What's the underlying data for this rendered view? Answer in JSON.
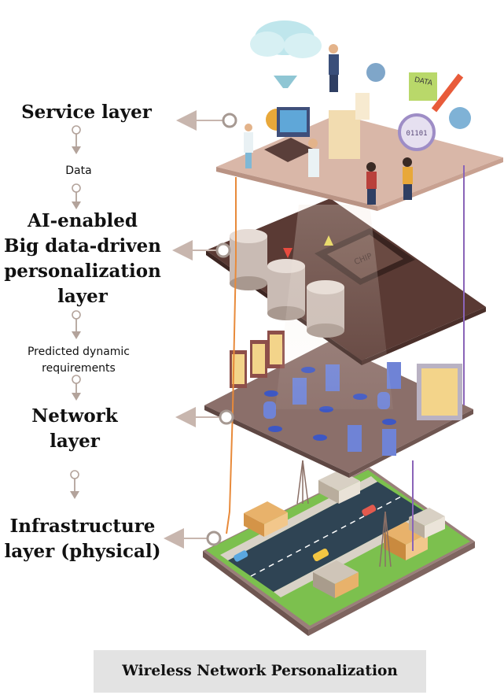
{
  "layers": [
    {
      "id": "service",
      "title_lines": [
        "Service layer"
      ]
    },
    {
      "id": "ai",
      "title_lines": [
        "AI-enabled",
        "Big data-driven",
        "personalization",
        "layer"
      ]
    },
    {
      "id": "network",
      "title_lines": [
        "Network",
        "layer"
      ]
    },
    {
      "id": "infrastructure",
      "title_lines": [
        "Infrastructure",
        "layer (physical)"
      ]
    }
  ],
  "flows": {
    "data_label": "Data",
    "requirements_label_lines": [
      "Predicted dynamic",
      "requirements"
    ]
  },
  "illustration": {
    "chip_text": "CHIP",
    "data_panel_text": "DATA",
    "binary_text": "01101"
  },
  "caption": "Wireless Network Personalization",
  "colors": {
    "arrow": "#c8b6ae",
    "service_plate": "#d9b7a8",
    "ai_plate": "#5a3a34",
    "network_plate": "#8b6f6a",
    "ground_grass": "#7cc04e",
    "road": "#2f4454",
    "orange_wire": "#e88a3a",
    "purple_wire": "#8a64b8"
  }
}
